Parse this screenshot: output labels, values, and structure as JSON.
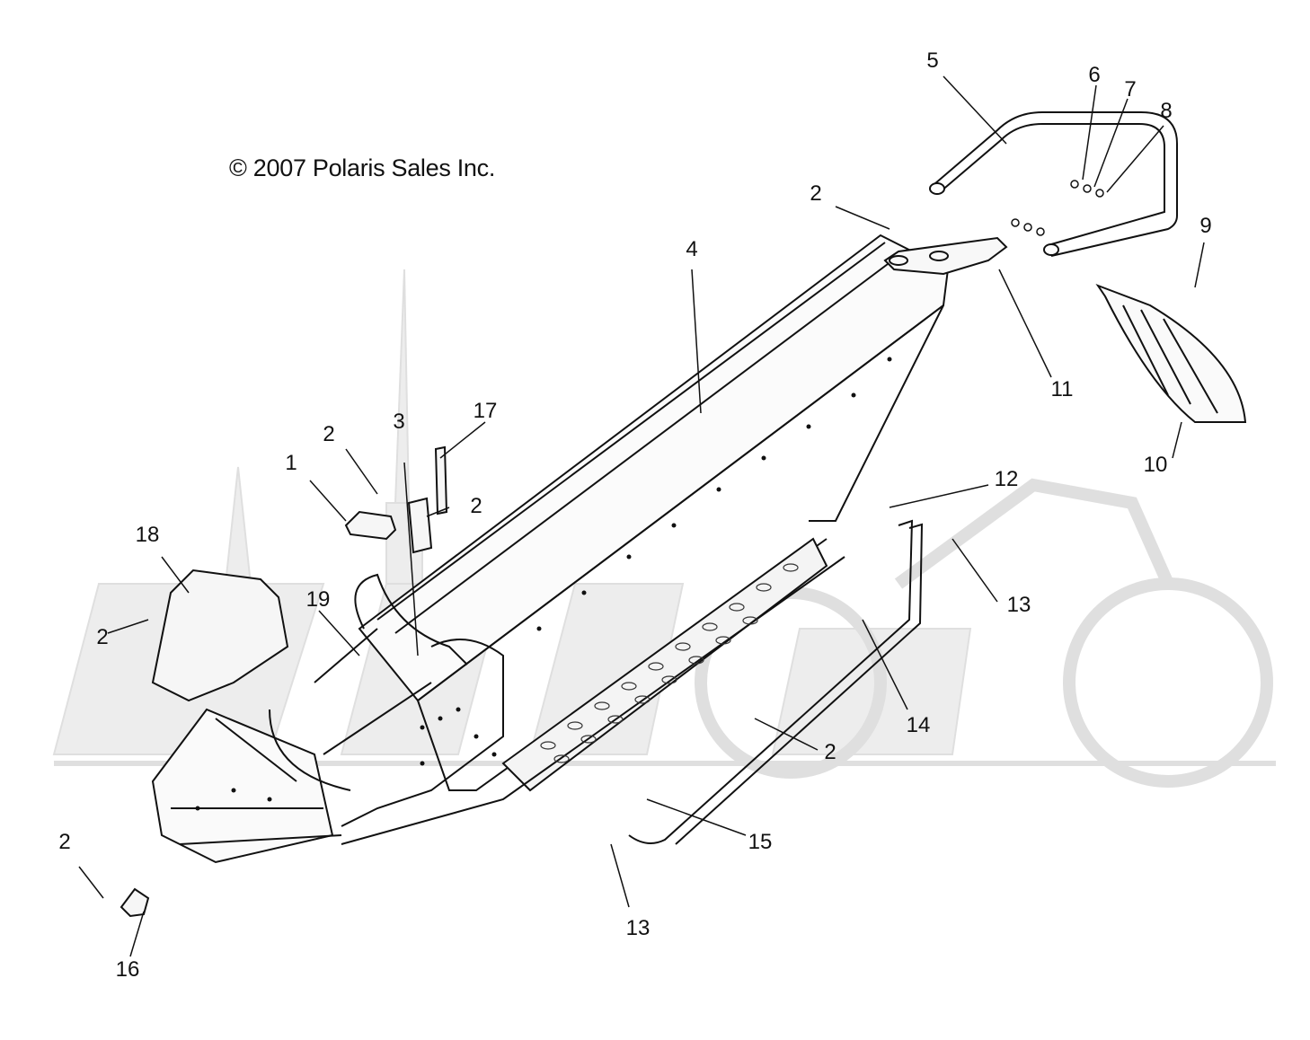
{
  "diagram": {
    "copyright": "© 2007 Polaris Sales Inc.",
    "callouts": [
      {
        "id": "c1",
        "label": "1"
      },
      {
        "id": "c2a",
        "label": "2"
      },
      {
        "id": "c2b",
        "label": "2"
      },
      {
        "id": "c2c",
        "label": "2"
      },
      {
        "id": "c2d",
        "label": "2"
      },
      {
        "id": "c2e",
        "label": "2"
      },
      {
        "id": "c2f",
        "label": "2"
      },
      {
        "id": "c3",
        "label": "3"
      },
      {
        "id": "c4",
        "label": "4"
      },
      {
        "id": "c5",
        "label": "5"
      },
      {
        "id": "c6",
        "label": "6"
      },
      {
        "id": "c7",
        "label": "7"
      },
      {
        "id": "c8",
        "label": "8"
      },
      {
        "id": "c9",
        "label": "9"
      },
      {
        "id": "c10",
        "label": "10"
      },
      {
        "id": "c11",
        "label": "11"
      },
      {
        "id": "c12",
        "label": "12"
      },
      {
        "id": "c13a",
        "label": "13"
      },
      {
        "id": "c13b",
        "label": "13"
      },
      {
        "id": "c14",
        "label": "14"
      },
      {
        "id": "c15",
        "label": "15"
      },
      {
        "id": "c16",
        "label": "16"
      },
      {
        "id": "c17",
        "label": "17"
      },
      {
        "id": "c18",
        "label": "18"
      },
      {
        "id": "c19",
        "label": "19"
      }
    ]
  }
}
